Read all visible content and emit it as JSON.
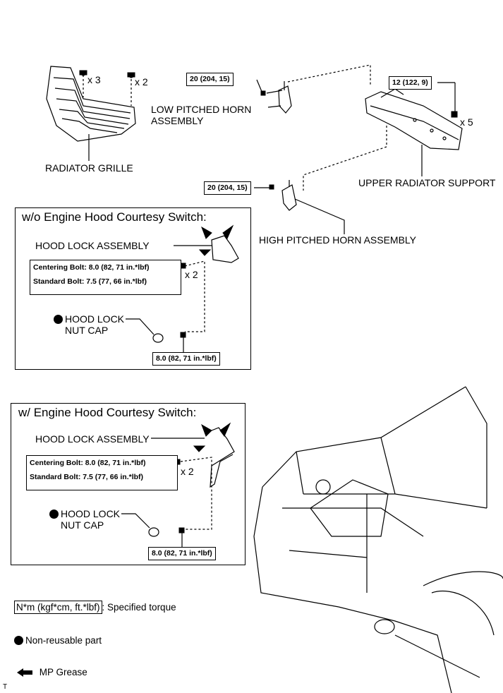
{
  "parts": {
    "radiator_grille": "RADIATOR GRILLE",
    "low_horn_line1": "LOW PITCHED HORN",
    "low_horn_line2": "ASSEMBLY",
    "upper_radiator_support": "UPPER RADIATOR SUPPORT",
    "high_horn": "HIGH PITCHED HORN ASSEMBLY"
  },
  "quantities": {
    "grille_bolts_a": "x 3",
    "grille_bolts_b": "x 2",
    "support_bolts": "x 5",
    "hood_lock_bolts_1": "x 2",
    "hood_lock_bolts_2": "x 2"
  },
  "torques": {
    "low_horn": "20 (204, 15)",
    "upper_support": "12 (122, 9)",
    "high_horn": "20 (204, 15)",
    "nut_cap_1": "8.0 (82, 71 in.*lbf)",
    "nut_cap_2": "8.0 (82, 71 in.*lbf)"
  },
  "panel_without_switch": {
    "title": "w/o Engine Hood Courtesy Switch:",
    "hood_lock": "HOOD LOCK ASSEMBLY",
    "centering_bolt": "Centering Bolt: 8.0 (82, 71 in.*lbf)",
    "standard_bolt": "Standard Bolt: 7.5 (77, 66 in.*lbf)",
    "nut_cap_line1": "HOOD LOCK",
    "nut_cap_line2": "NUT CAP"
  },
  "panel_with_switch": {
    "title": "w/ Engine Hood Courtesy Switch:",
    "hood_lock": "HOOD LOCK ASSEMBLY",
    "centering_bolt": "Centering Bolt: 8.0 (82, 71 in.*lbf)",
    "standard_bolt": "Standard Bolt: 7.5 (77, 66 in.*lbf)",
    "nut_cap_line1": "HOOD LOCK",
    "nut_cap_line2": "NUT CAP"
  },
  "legend": {
    "torque_unit": "N*m (kgf*cm, ft.*lbf)",
    "torque_desc": ": Specified torque",
    "non_reusable": "Non-reusable part",
    "grease": "MP Grease"
  },
  "corner_mark": "T"
}
